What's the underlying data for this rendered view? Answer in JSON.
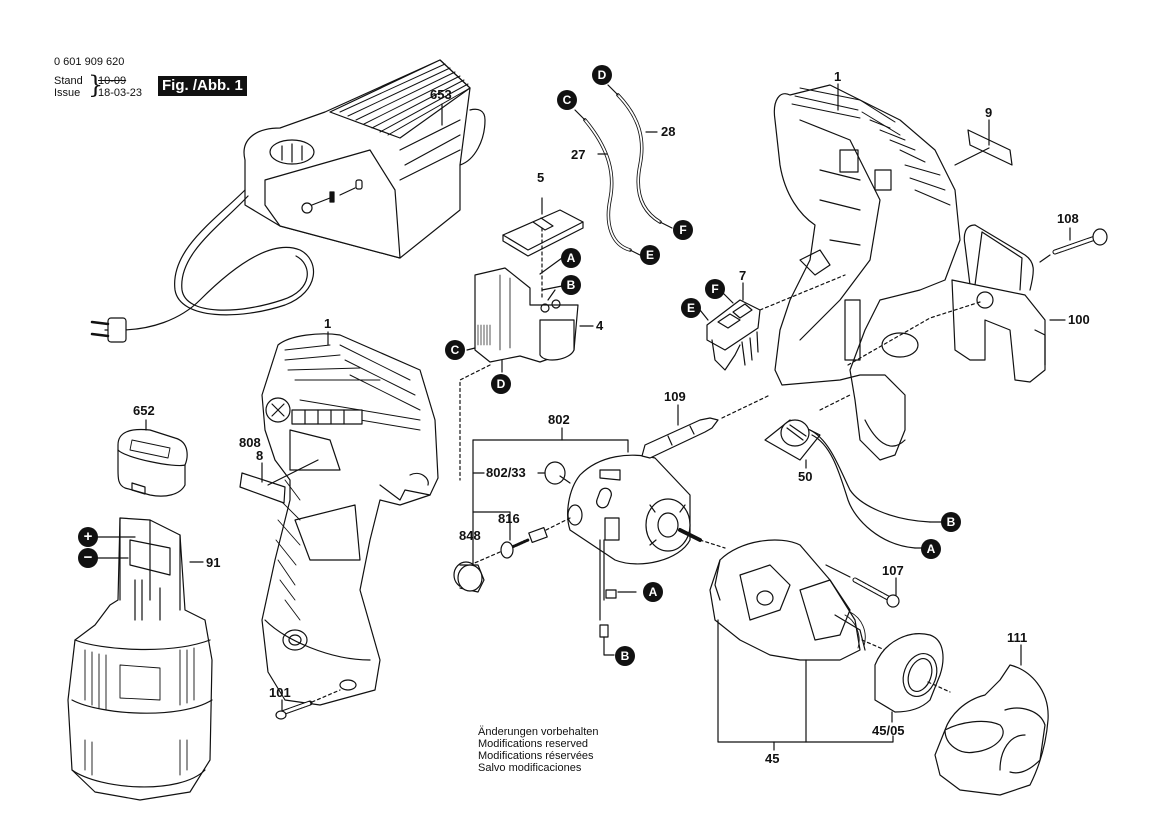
{
  "header": {
    "part_number": "0 601 909 620",
    "stand_label": "Stand",
    "issue_label": "Issue",
    "old_date": "10-09",
    "new_date": "18-03-23",
    "figure_label": "Fig. /Abb. 1"
  },
  "footer_note": [
    "Änderungen vorbehalten",
    "Modifications reserved",
    "Modifications réservées",
    "Salvo modificaciones"
  ],
  "part_labels": {
    "p653": "653",
    "p1_housing_right": "1",
    "p1_housing_left": "1",
    "p5": "5",
    "p27": "27",
    "p28": "28",
    "p4": "4",
    "p7": "7",
    "p9": "9",
    "p108": "108",
    "p100": "100",
    "p109": "109",
    "p50": "50",
    "p802": "802",
    "p802_33": "802/33",
    "p848": "848",
    "p816": "816",
    "p652": "652",
    "p808": "808",
    "p8": "8",
    "p91": "91",
    "p101": "101",
    "p107": "107",
    "p111": "111",
    "p45_05": "45/05",
    "p45": "45"
  },
  "connector_markers": {
    "wire27_top": "C",
    "wire27_bottom": "E",
    "wire28_top": "D",
    "wire28_bottom": "F",
    "switch_a": "A",
    "switch_b": "B",
    "switch_c": "C",
    "switch_d": "D",
    "clip_e": "E",
    "clip_f": "F",
    "led_b": "B",
    "led_a": "A",
    "motor_a": "A",
    "motor_b": "B",
    "battery_plus": "+",
    "battery_minus": "−"
  }
}
